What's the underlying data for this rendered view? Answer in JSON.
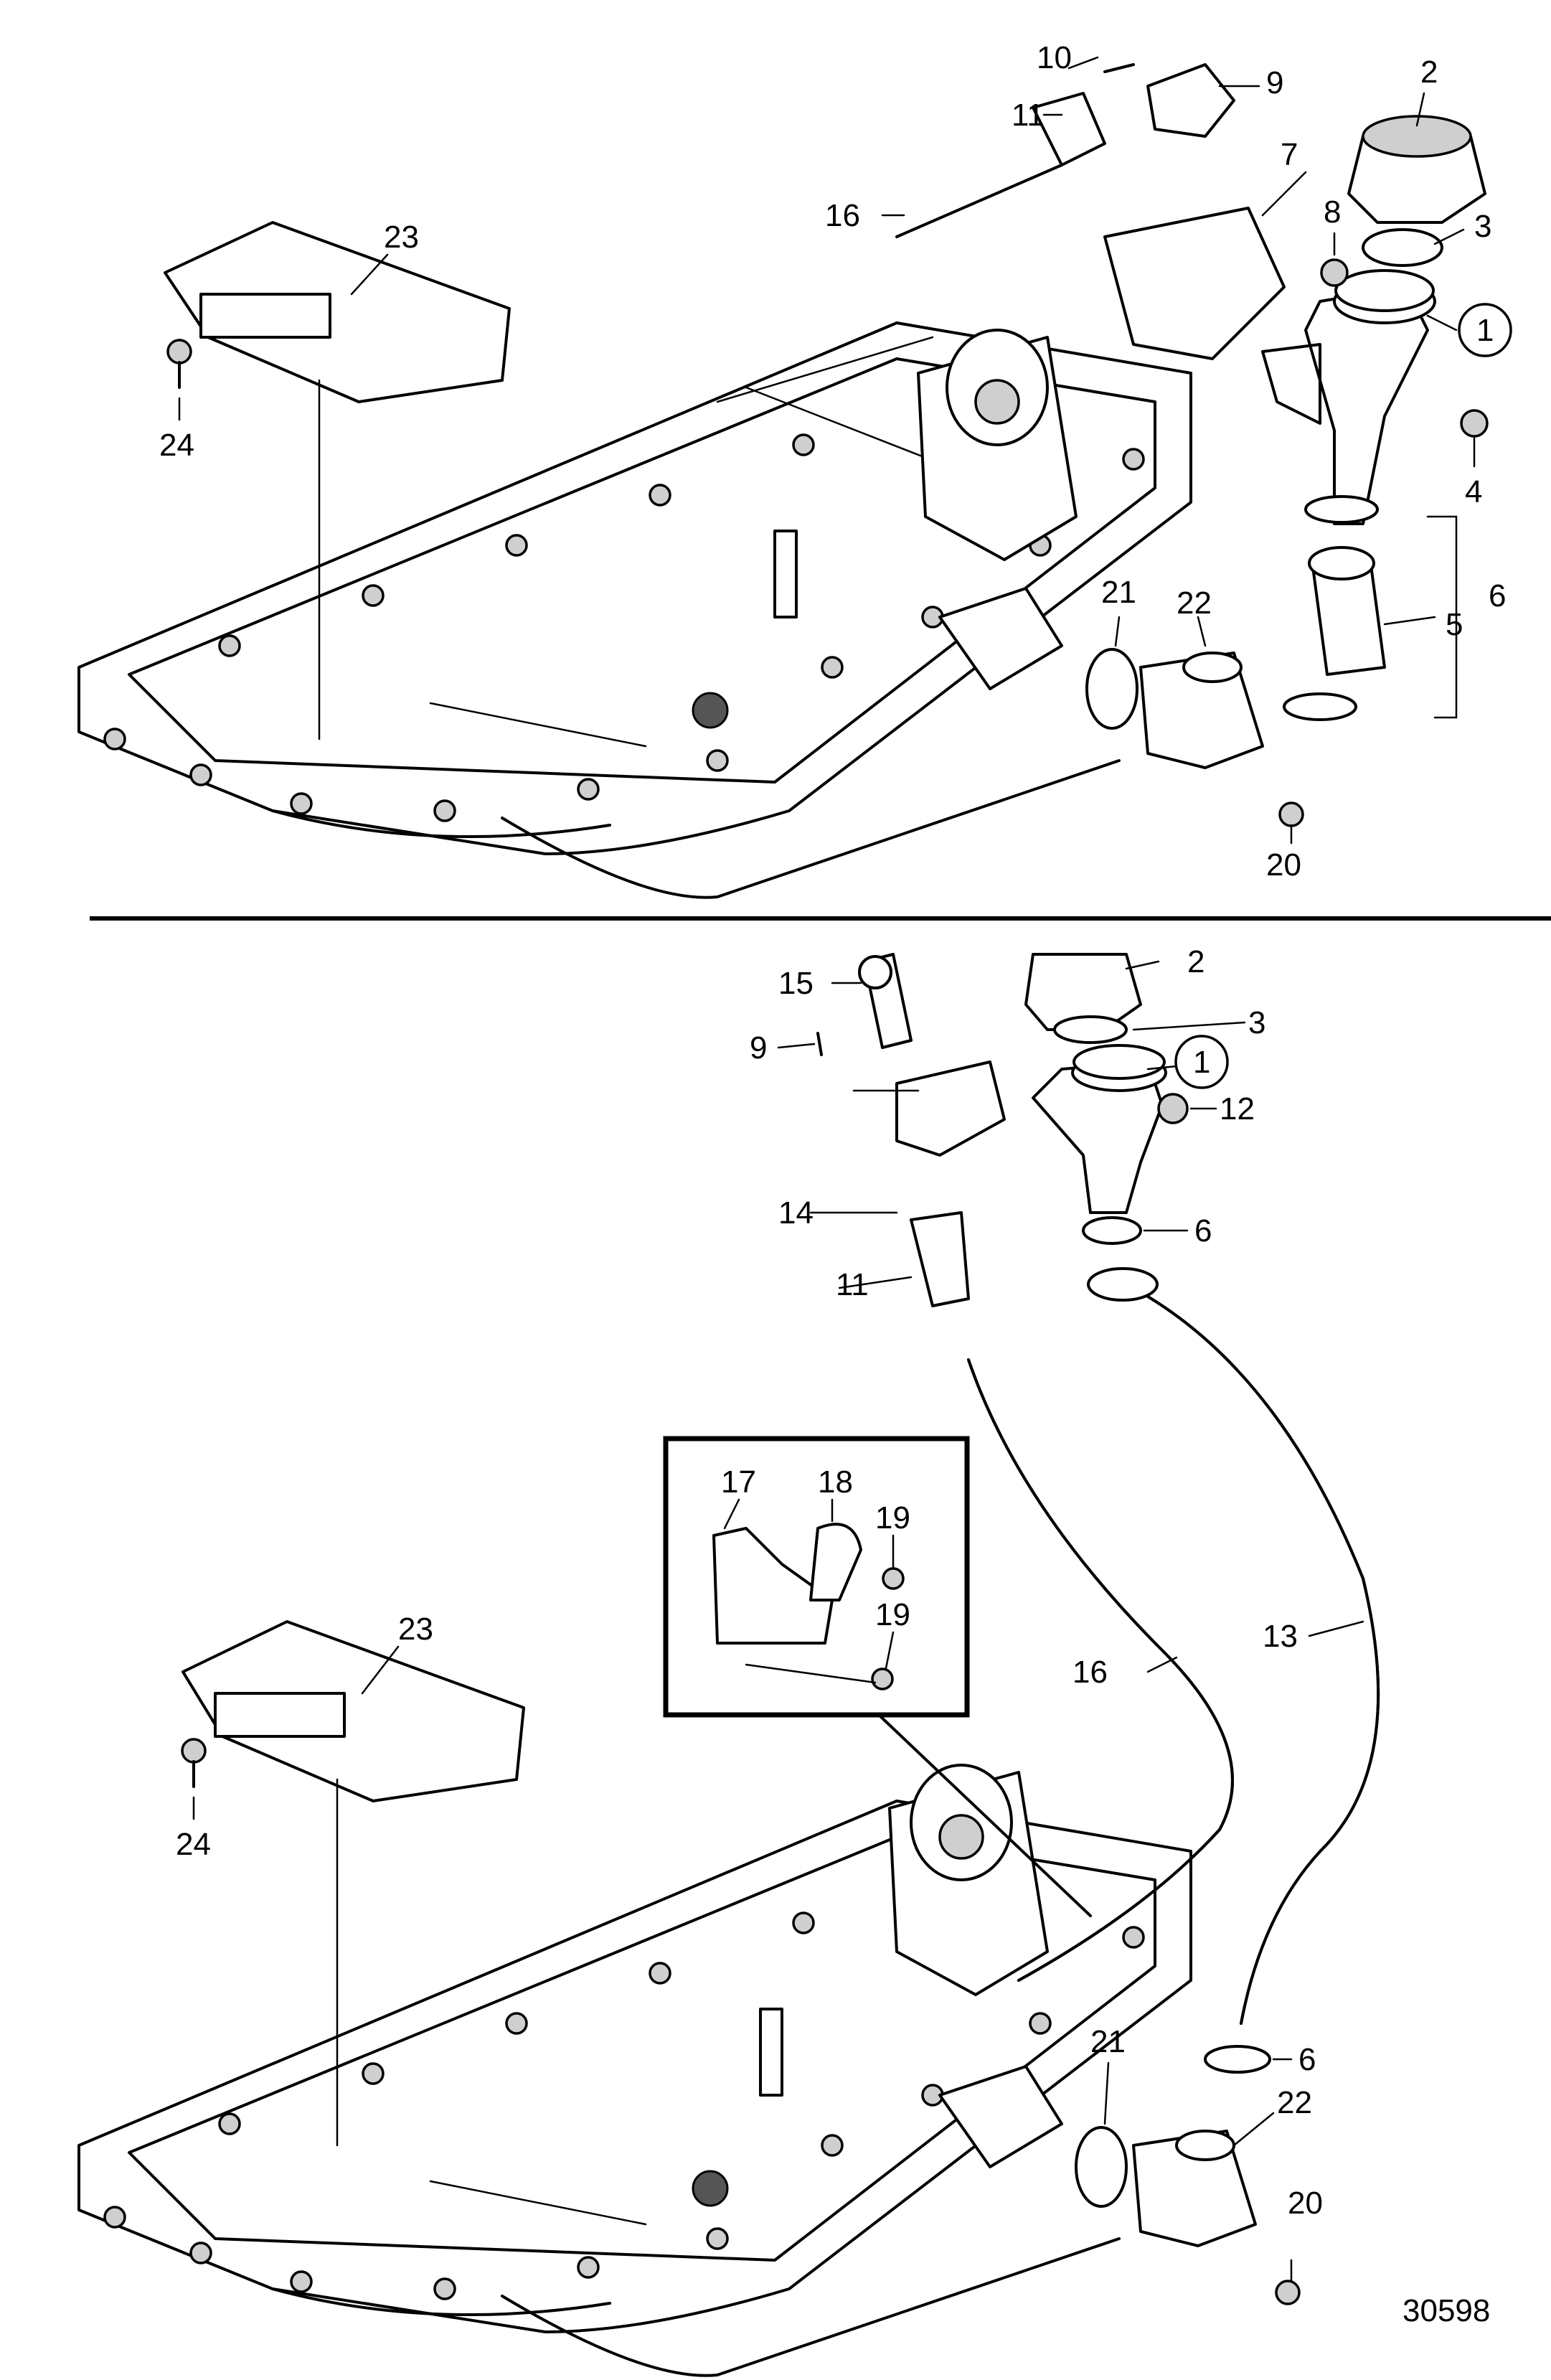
{
  "figure_id": "30598",
  "upper_view": {
    "callouts": [
      "10",
      "9",
      "2",
      "11",
      "16",
      "7",
      "8",
      "3",
      "23",
      "1",
      "24",
      "4",
      "6",
      "21",
      "22",
      "5",
      "20"
    ],
    "circled_callout": "1"
  },
  "lower_view": {
    "callouts": [
      "15",
      "2",
      "3",
      "9",
      "1",
      "12",
      "14",
      "6",
      "11",
      "17",
      "18",
      "19",
      "19",
      "23",
      "16",
      "13",
      "24",
      "21",
      "6",
      "22",
      "20"
    ],
    "circled_callout": "1"
  }
}
